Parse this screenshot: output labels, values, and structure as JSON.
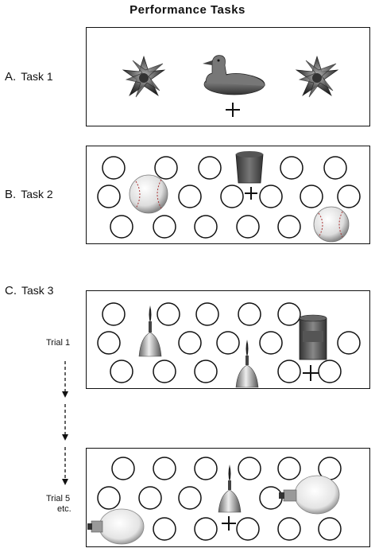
{
  "title": "Performance Tasks",
  "tasks": [
    {
      "letter": "A.",
      "name": "Task 1"
    },
    {
      "letter": "B.",
      "name": "Task 2"
    },
    {
      "letter": "C.",
      "name": "Task 3"
    }
  ],
  "trials": [
    "Trial 1",
    "Trial 5",
    "etc."
  ],
  "fixation_symbol": "+"
}
